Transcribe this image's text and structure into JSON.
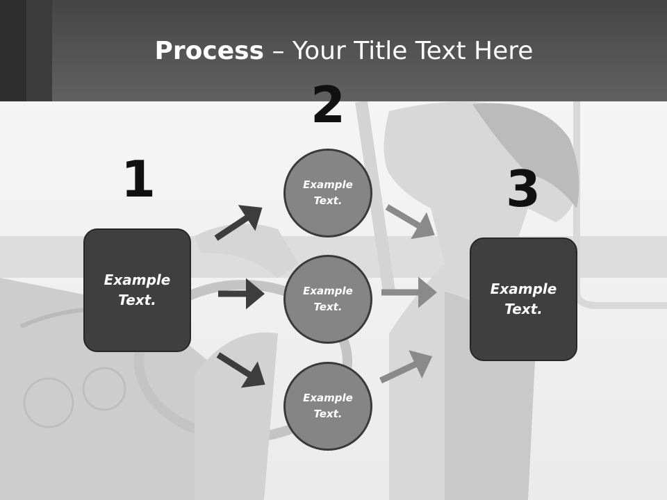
{
  "title": {
    "bold": "Process",
    "rest": " – Your Title Text Here"
  },
  "steps": [
    {
      "number": "1",
      "label": "Example\nText."
    },
    {
      "number": "2",
      "labels": [
        "Example\nText.",
        "Example\nText.",
        "Example\nText."
      ]
    },
    {
      "number": "3",
      "label": "Example\nText."
    }
  ],
  "colors": {
    "header": "#555555",
    "box_fill": "#3f3f3f",
    "circle_fill": "#858585",
    "arrow_dark": "#3d3d3d",
    "arrow_light": "#8a8a8a"
  }
}
